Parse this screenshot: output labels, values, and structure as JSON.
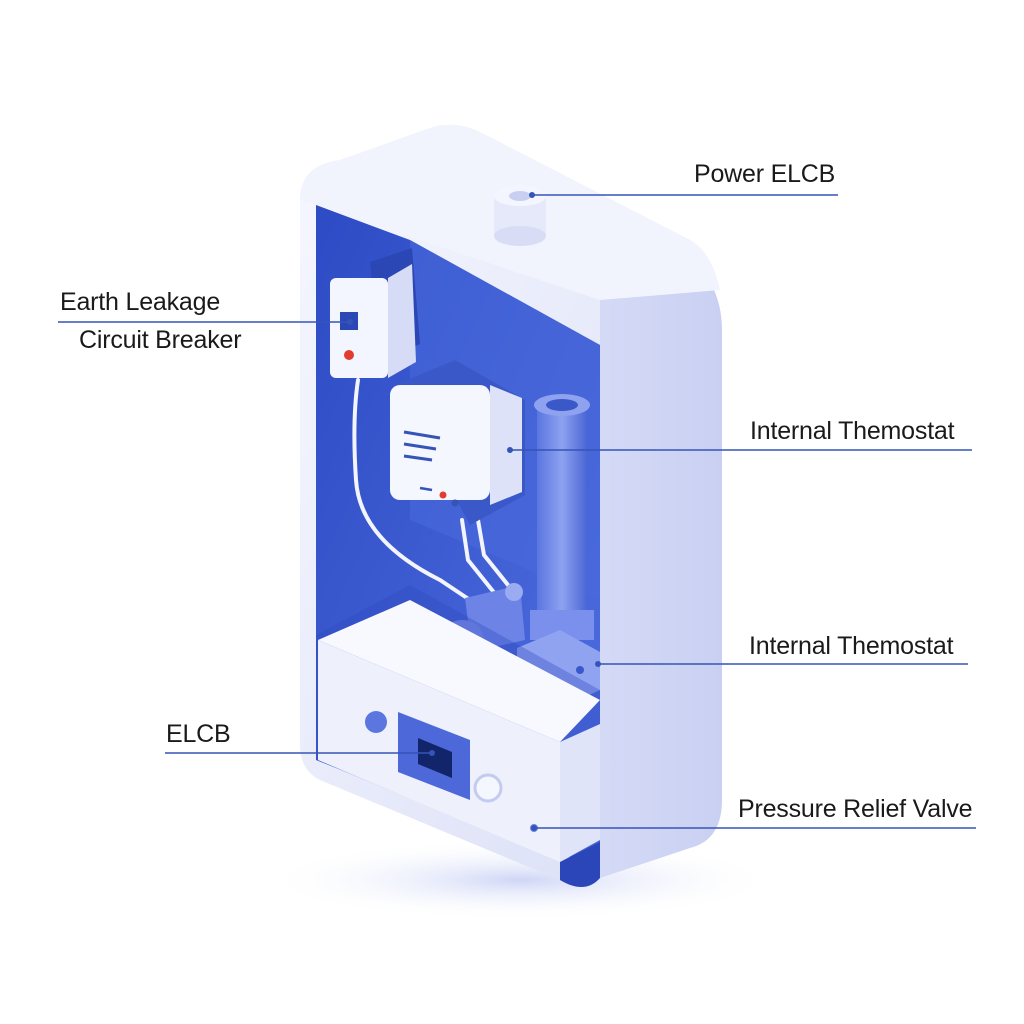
{
  "labels": {
    "power_elcb": "Power ELCB",
    "earth_leakage_line1": "Earth Leakage",
    "earth_leakage_line2": "Circuit Breaker",
    "internal_thermostat_upper": "Internal Themostat",
    "internal_thermostat_lower": "Internal Themostat",
    "elcb": "ELCB",
    "pressure_relief_valve": "Pressure Relief Valve"
  },
  "icons": {
    "heater": "water-heater-cutaway-icon",
    "breaker": "circuit-breaker-icon",
    "thermostat": "thermostat-box-icon",
    "pipe": "pipe-icon",
    "valve": "valve-icon",
    "display": "display-screen-icon"
  },
  "colors": {
    "interior_blue": "#3e5fd4",
    "deep_blue": "#2a46b8",
    "shell": "#eef0fb",
    "leader_line": "#3554b8",
    "indicator_red": "#e23b30"
  }
}
